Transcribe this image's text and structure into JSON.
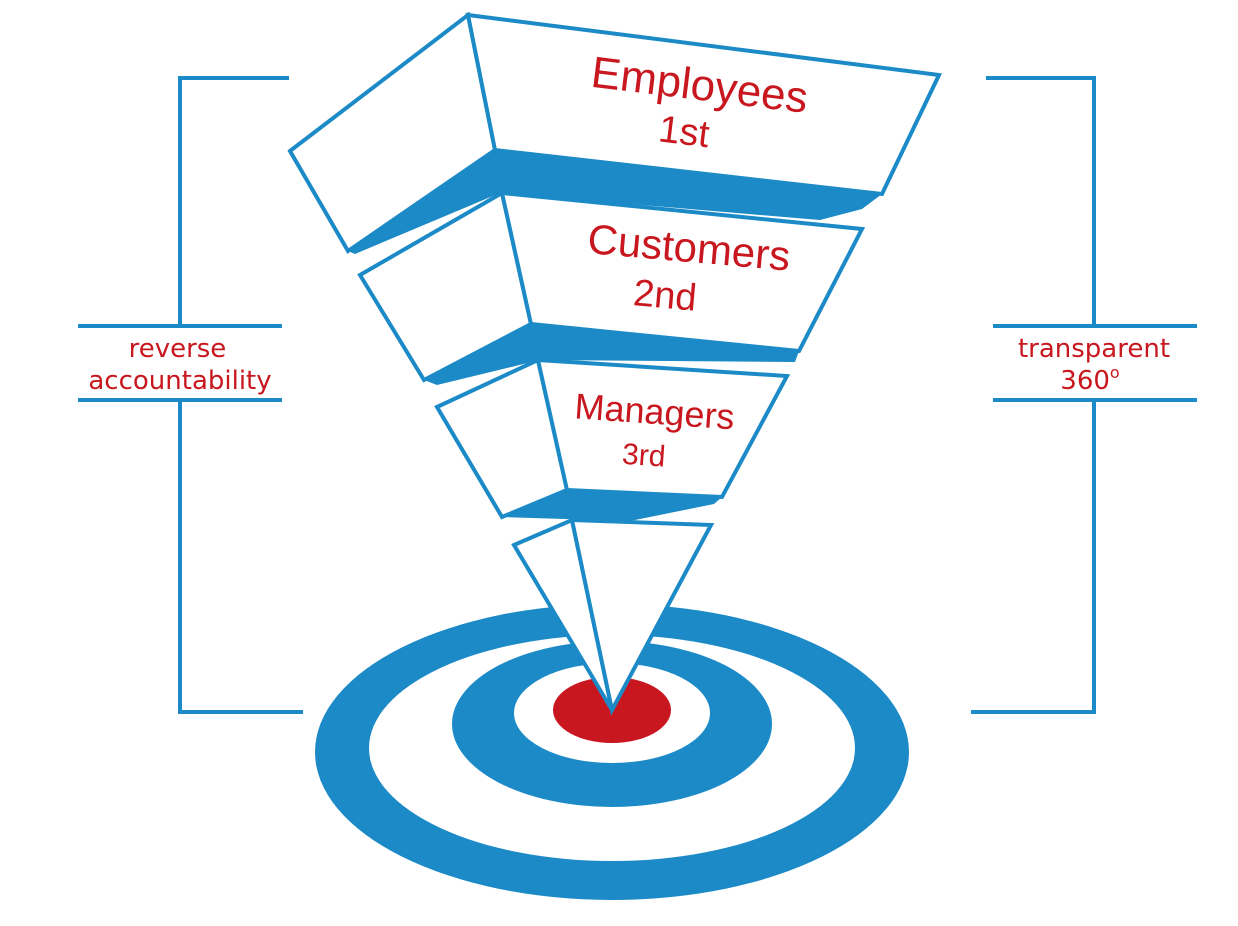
{
  "colors": {
    "blue": "#1b8ac6",
    "red": "#c8171e",
    "white": "#ffffff"
  },
  "tiers": [
    {
      "line1": "Employees",
      "line2": "1st"
    },
    {
      "line1": "Customers",
      "line2": "2nd"
    },
    {
      "line1": "Managers",
      "line2": "3rd"
    }
  ],
  "left_label": {
    "line1": "reverse",
    "line2": "accountability"
  },
  "right_label": {
    "line1": "transparent",
    "line2": "360",
    "superscript": "o"
  },
  "target": {
    "rings": [
      "blue",
      "white",
      "blue",
      "white",
      "red"
    ]
  }
}
